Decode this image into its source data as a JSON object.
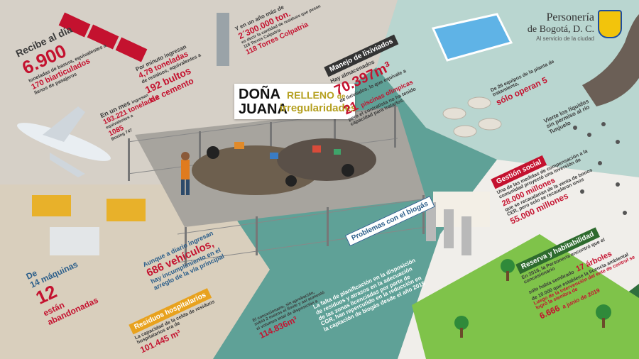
{
  "brand": {
    "name_line1": "Personería",
    "name_line2": "de Bogotá, D. C.",
    "tagline": "Al servicio de la ciudad"
  },
  "title": {
    "line1": "DOÑA",
    "line2": "JUANA",
    "sub1": "RELLENO",
    "sub1b": "de",
    "sub2": "irregularidades"
  },
  "daily": {
    "label": "Recibe al día",
    "value": "6.900",
    "detail": "toneladas de basura, equivalentes a",
    "value2": "170 biarticulados",
    "detail2": "llenos de pasajeros"
  },
  "minute": {
    "label": "Por minuto ingresan",
    "value": "4,79 toneladas",
    "detail": "de residuos, equivalentes a",
    "value2": "192 bultos",
    "value2b": "de cemento"
  },
  "year": {
    "label": "Y en un año más de",
    "value": "2´300.000 ton.",
    "detail": "es decir la cantidad de residuos que pesan 118 Torres Colpatria",
    "value2": "118 Torres Colpatria"
  },
  "month": {
    "label": "En un mes",
    "label2": "ingresan",
    "value": "193.221 toneladas",
    "detail": "equivalentes a",
    "value2": "1085",
    "detail2": "Boeing 747"
  },
  "leachate": {
    "tag": "Manejo de lixiviados",
    "intro": "Hay almacenados",
    "value": "70.397m³",
    "detail": "de lixiviados, lo que equivale a",
    "value2": "21",
    "detail2": "piscinas olímpicas",
    "detail3": "pero el contratista no ha tenido capacidad para tratarlos."
  },
  "plant": {
    "text": "De 26 equipos de la planta de tratamiento,",
    "value": "sólo operan 5"
  },
  "river": {
    "text": "Vierte los líquidos sin permiso al río Tunjuelo"
  },
  "social": {
    "tag": "Gestión social",
    "text": "Una de las medidas de compensación a la comunidad proyectó una inversión de",
    "value": "28.000 millones",
    "text2": "que se recaudarían de la venta de bonos CER, pero solo se recaudaron unos",
    "value2": "55.000 millones"
  },
  "biogas": {
    "tag": "Problemas con el biogás",
    "text": "La falta de planificación en la disposición de residuos y atrasos en la adecuación de las zonas licenciadas por parte de CGR, han repercutido en la reducción en la captación de biogás desde el año 2015"
  },
  "reserve": {
    "tag": "Reserva y habitabilidad",
    "text": "En 2016, la Personería encontró que el concesionario",
    "text2": "sólo había sembrado",
    "value": "17 árboles",
    "text3": "de 10.000 que establece la licencia ambiental",
    "text4": "Luego de la intervención del ente de control se logró la siembra de",
    "value2": "6.666",
    "text5": "a junio de 2019"
  },
  "machines": {
    "label": "De",
    "value": "14 máquinas",
    "value2": "12",
    "detail": "están abandonadas"
  },
  "vehicles": {
    "text": "Aunque a diario ingresan",
    "value": "686 vehículos,",
    "text2": "hay incumplimiento en el arreglo de la vía principal"
  },
  "hospital": {
    "tag": "Residuos hospitalarios",
    "text": "La capacidad de la celda de residuos hospitalarios era de",
    "value": "101.445 m³",
    "text2": "El concesionario, sin aprobación, subió 2 metros el límite y así aumentó el volumen total de disposición a",
    "value2": "114.836m³"
  },
  "colors": {
    "red": "#c4122f",
    "teal": "#4c8f88",
    "green": "#2e6b2e",
    "gray": "#cfc9c0"
  }
}
